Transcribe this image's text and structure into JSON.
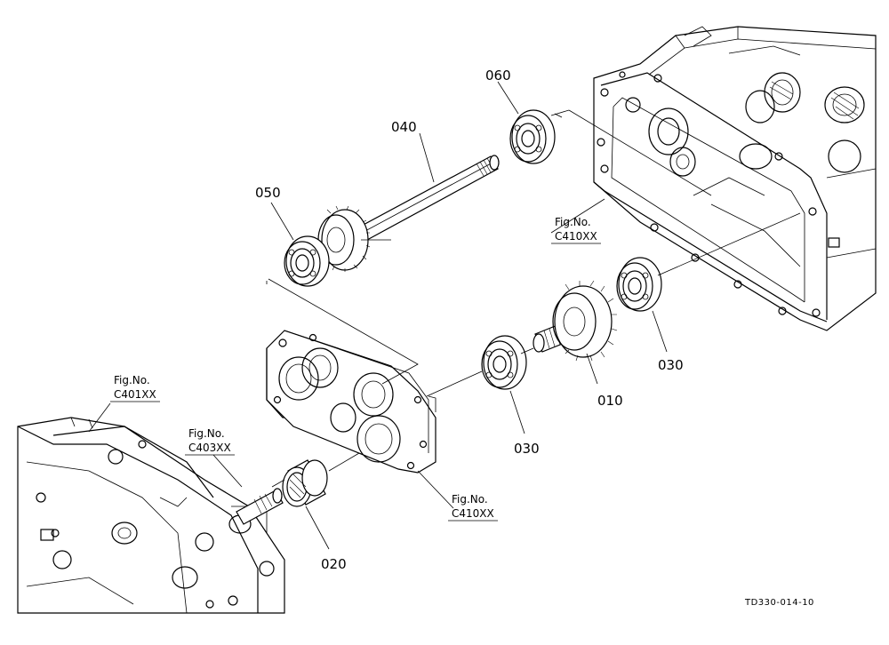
{
  "parts": {
    "p010": "010",
    "p020": "020",
    "p030a": "030",
    "p030b": "030",
    "p040": "040",
    "p050": "050",
    "p060": "060"
  },
  "references": {
    "c410_top": {
      "line1": "Fig.No.",
      "line2": "C410XX"
    },
    "c410_bottom": {
      "line1": "Fig.No.",
      "line2": "C410XX"
    },
    "c401": {
      "line1": "Fig.No.",
      "line2": "C401XX"
    },
    "c403": {
      "line1": "Fig.No.",
      "line2": "C403XX"
    }
  },
  "drawing_id": "TD330-014-10"
}
